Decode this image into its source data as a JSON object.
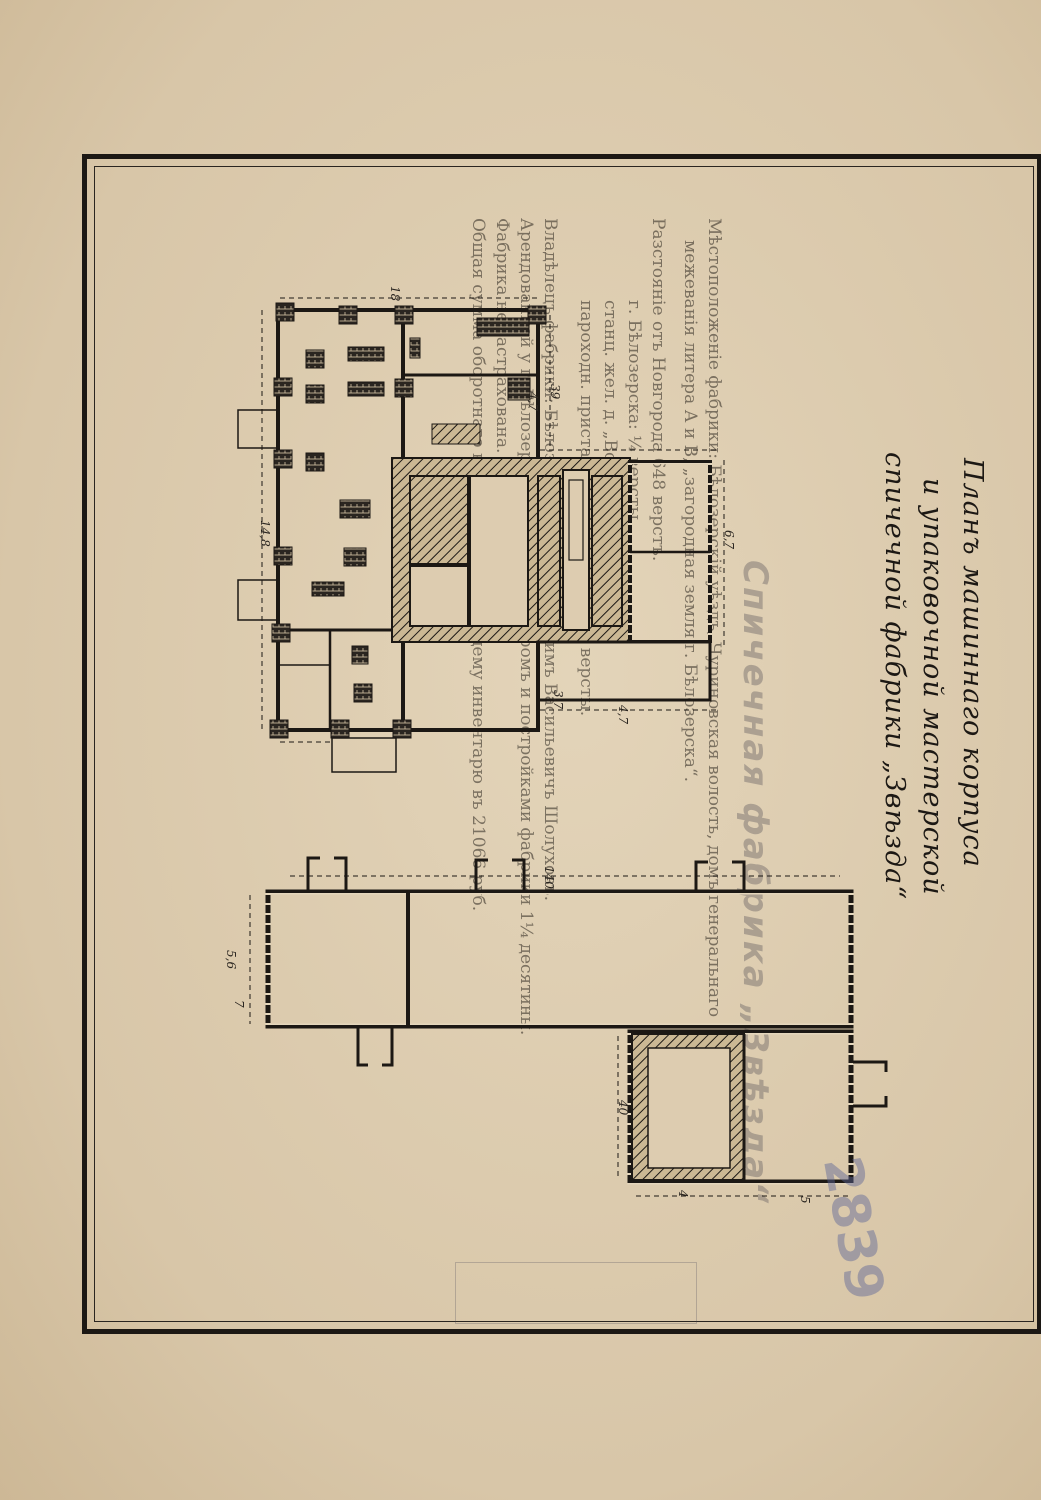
{
  "caption": {
    "line1": "Планъ машиннаго корпуса",
    "line2": "и упаковочной мастерской",
    "line3": "спичечной фабрики „Звѣзда“"
  },
  "bleed_through": {
    "title": "Спичечная фабрика „Звѣзда“",
    "lines": [
      "Мѣстоположеніе фабрики: Бѣлозерскій уѣздъ, Чуриновская волость, домъ генеральнаго",
      "межеванія литера А и В, „загородная земля г. Бѣлозерска“.",
      "Разстояніе отъ Новгорода 648 верстъ.",
      "г. Бѣлозерска: ¼ версты.",
      "станц. жел. д. „Вологды“: 162 версты.",
      "пароходн. пристани г. Бѣлозерска 1¼ версты.",
      "Владѣлецъ фабрики: Бѣлозерскій купецъ Максимъ Васильевичъ Шолуховъ.",
      "Арендованной у г. Бѣлозерска земли подъ дворомъ и постройками фабрики 1¼ десятины.",
      "Фабрика не застрахована.",
      "Общая сумма оборотнаго капитала по настоящему инвентарю въ 21066 руб."
    ]
  },
  "dimensions": {
    "top_width": "18",
    "left_len": "14,8",
    "right_upper": "39",
    "right_dash": "6,7",
    "bottom_a": "4,7",
    "bottom_b": "4,7",
    "bottom_c": "3,7",
    "lower_len": "140",
    "lower_w": "5,6",
    "lower_w2": "7",
    "lower_r1": "40",
    "lower_b1": "4",
    "lower_b2": "5"
  },
  "marginal_number": "2839",
  "colors": {
    "ink": "#1c1814",
    "paper": "#ddccb0"
  }
}
